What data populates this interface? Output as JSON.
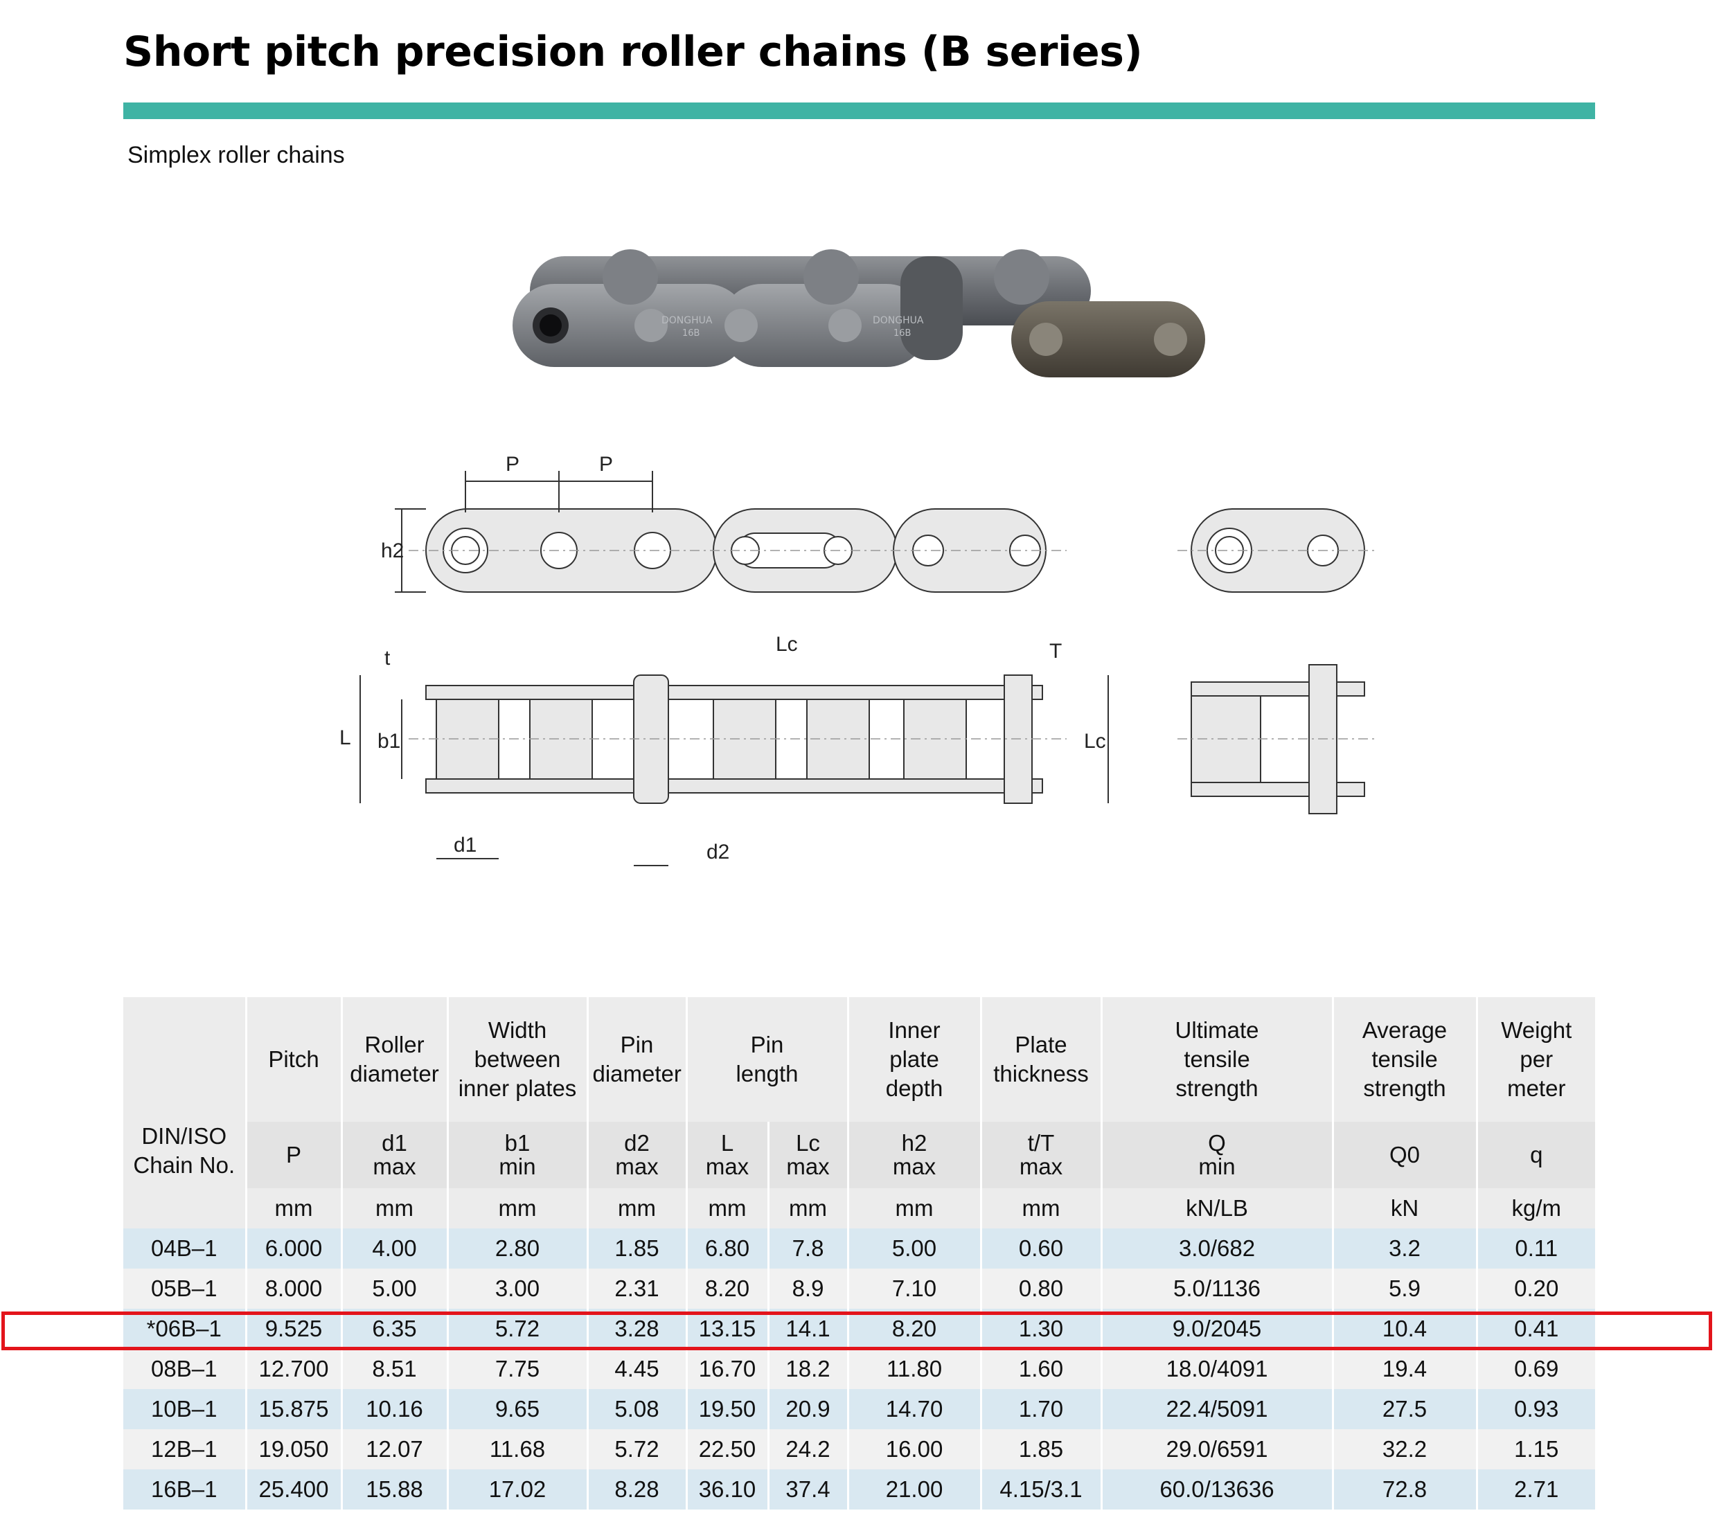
{
  "title": "Short pitch precision roller chains (B series)",
  "subtitle": "Simplex roller chains",
  "photo": {
    "plate_text_1": "DONGHUA",
    "plate_text_2": "16B"
  },
  "diagram": {
    "labels": {
      "p": "P",
      "h2": "h2",
      "lc": "Lc",
      "t": "t",
      "T": "T",
      "L": "L",
      "b1": "b1",
      "d1": "d1",
      "d2": "d2"
    }
  },
  "table": {
    "chain_no_header": "DIN/ISO\nChain No.",
    "group_headers": [
      "Pitch",
      "Roller\ndiameter",
      "Width\nbetween\ninner plates",
      "Pin\ndiameter",
      "Pin\nlength",
      "Inner\nplate\ndepth",
      "Plate\nthickness",
      "Ultimate\ntensile\nstrength",
      "Average\ntensile\nstrength",
      "Weight\nper\nmeter"
    ],
    "symbol_headers": [
      "P",
      "d1\nmax",
      "b1\nmin",
      "d2\nmax",
      "L\nmax",
      "Lc\nmax",
      "h2\nmax",
      "t/T\nmax",
      "Q\nmin",
      "Q0",
      "q"
    ],
    "unit_headers": [
      "mm",
      "mm",
      "mm",
      "mm",
      "mm",
      "mm",
      "mm",
      "mm",
      "kN/LB",
      "kN",
      "kg/m"
    ],
    "rows": [
      [
        "04B–1",
        "6.000",
        "4.00",
        "2.80",
        "1.85",
        "6.80",
        "7.8",
        "5.00",
        "0.60",
        "3.0/682",
        "3.2",
        "0.11"
      ],
      [
        "05B–1",
        "8.000",
        "5.00",
        "3.00",
        "2.31",
        "8.20",
        "8.9",
        "7.10",
        "0.80",
        "5.0/1136",
        "5.9",
        "0.20"
      ],
      [
        "*06B–1",
        "9.525",
        "6.35",
        "5.72",
        "3.28",
        "13.15",
        "14.1",
        "8.20",
        "1.30",
        "9.0/2045",
        "10.4",
        "0.41"
      ],
      [
        "08B–1",
        "12.700",
        "8.51",
        "7.75",
        "4.45",
        "16.70",
        "18.2",
        "11.80",
        "1.60",
        "18.0/4091",
        "19.4",
        "0.69"
      ],
      [
        "10B–1",
        "15.875",
        "10.16",
        "9.65",
        "5.08",
        "19.50",
        "20.9",
        "14.70",
        "1.70",
        "22.4/5091",
        "27.5",
        "0.93"
      ],
      [
        "12B–1",
        "19.050",
        "12.07",
        "11.68",
        "5.72",
        "22.50",
        "24.2",
        "16.00",
        "1.85",
        "29.0/6591",
        "32.2",
        "1.15"
      ],
      [
        "16B–1",
        "25.400",
        "15.88",
        "17.02",
        "8.28",
        "36.10",
        "37.4",
        "21.00",
        "4.15/3.1",
        "60.0/13636",
        "72.8",
        "2.71"
      ]
    ],
    "highlighted_row": 2,
    "highlight_color": "#e3141b"
  },
  "colors": {
    "accent": "#3fb3a4",
    "row_odd": "#d9e8f1",
    "row_even": "#f1f1f1",
    "header": "#ececec"
  }
}
